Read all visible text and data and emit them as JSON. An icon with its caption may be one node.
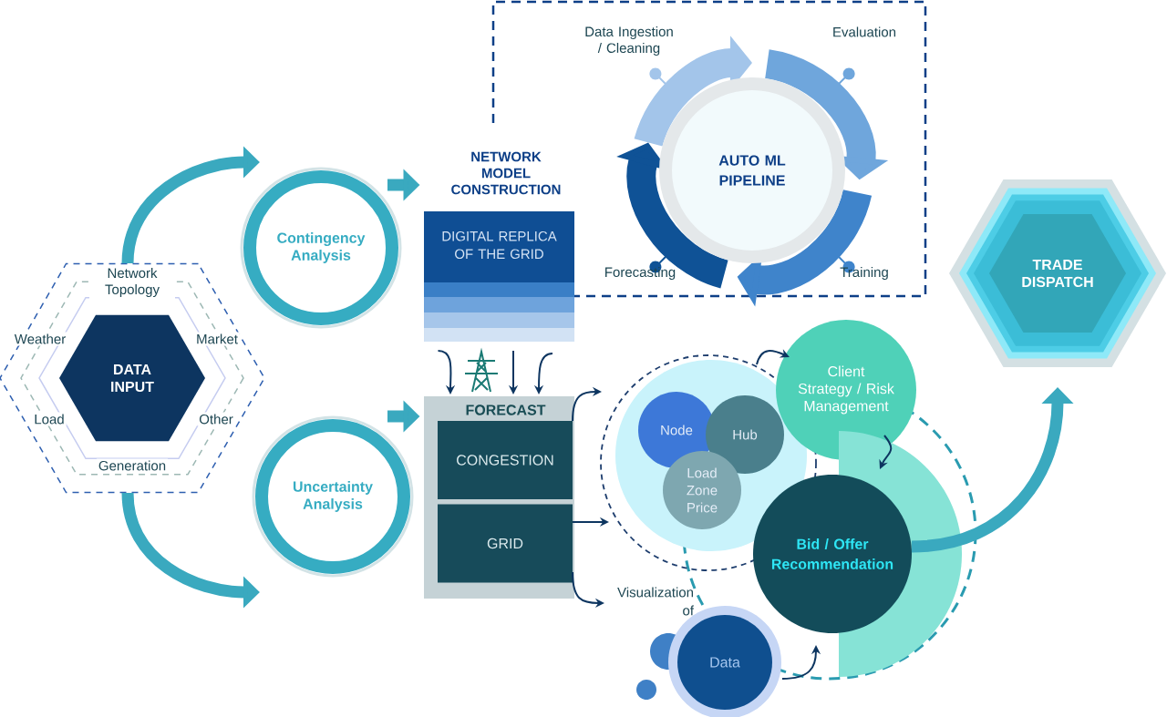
{
  "diagram": {
    "nodes": [
      {
        "text": [],
        "shape": "hexagon"
      },
      {
        "text": [
          "DATA INPUT"
        ],
        "in": 0
      },
      {
        "text": [
          "Contingency Analysis"
        ]
      },
      {
        "text": [
          "Uncertainty Analysis"
        ]
      },
      {
        "text": [
          "NETWORK MODEL CONSTRUCTION",
          "DIGITAL REPLICA OF THE GRID"
        ]
      },
      {
        "text": [
          "AUTO ML PIPELINE"
        ]
      },
      {
        "text": [
          "FORECAST"
        ]
      },
      {
        "text": [
          "CONGESTION"
        ],
        "in": 6
      },
      {
        "text": [
          "GRID"
        ],
        "in": 6
      },
      {
        "text": [],
        "shape": "circle"
      },
      {
        "text": [
          "Node"
        ],
        "in": 9
      },
      {
        "text": [
          "Hub"
        ],
        "in": 9
      },
      {
        "text": [
          "Load Zone Price"
        ],
        "in": 9
      },
      {
        "text": [
          "Client Strategy / Risk Management"
        ]
      },
      {
        "text": [
          "Bid / Offer Recommendation"
        ]
      },
      {
        "text": [
          "Data"
        ],
        "beside": [
          "Visualization of"
        ]
      },
      {
        "text": [
          "TRADE DISPATCH"
        ]
      }
    ],
    "edges": [
      {
        "from": 0,
        "to": 2,
        "arrow": "to",
        "style": "thick",
        "color": "#3aa9bf"
      },
      {
        "from": 0,
        "to": 3,
        "arrow": "to",
        "style": "thick",
        "color": "#3aa9bf"
      },
      {
        "from": 2,
        "to": 4,
        "arrow": "to",
        "style": "thick",
        "color": "#3aa9bf"
      },
      {
        "from": 3,
        "to": 6,
        "arrow": "to",
        "style": "thick",
        "color": "#3aa9bf"
      },
      {
        "from": 4,
        "to": 6,
        "arrow": "to"
      },
      {
        "from": 4,
        "to": 6,
        "arrow": "to"
      },
      {
        "from": 4,
        "to": 6,
        "arrow": "to"
      },
      {
        "from": 6,
        "to": 9,
        "arrow": "to"
      },
      {
        "from": 8,
        "to": 9,
        "arrow": "to"
      },
      {
        "from": 8,
        "to": 15,
        "arrow": "to"
      },
      {
        "from": 9,
        "to": 13,
        "arrow": "to"
      },
      {
        "from": 13,
        "to": 14,
        "arrow": "to"
      },
      {
        "from": 15,
        "to": 14,
        "arrow": "to"
      },
      {
        "from": 14,
        "to": 16,
        "arrow": "to",
        "style": "thick",
        "color": "#3aa9bf"
      }
    ],
    "labels": [
      "Network Topology",
      "Weather",
      "Market",
      "Load",
      "Other",
      "Generation",
      "Data Ingestion / Cleaning",
      "Evaluation",
      "Training",
      "Forecasting"
    ]
  }
}
